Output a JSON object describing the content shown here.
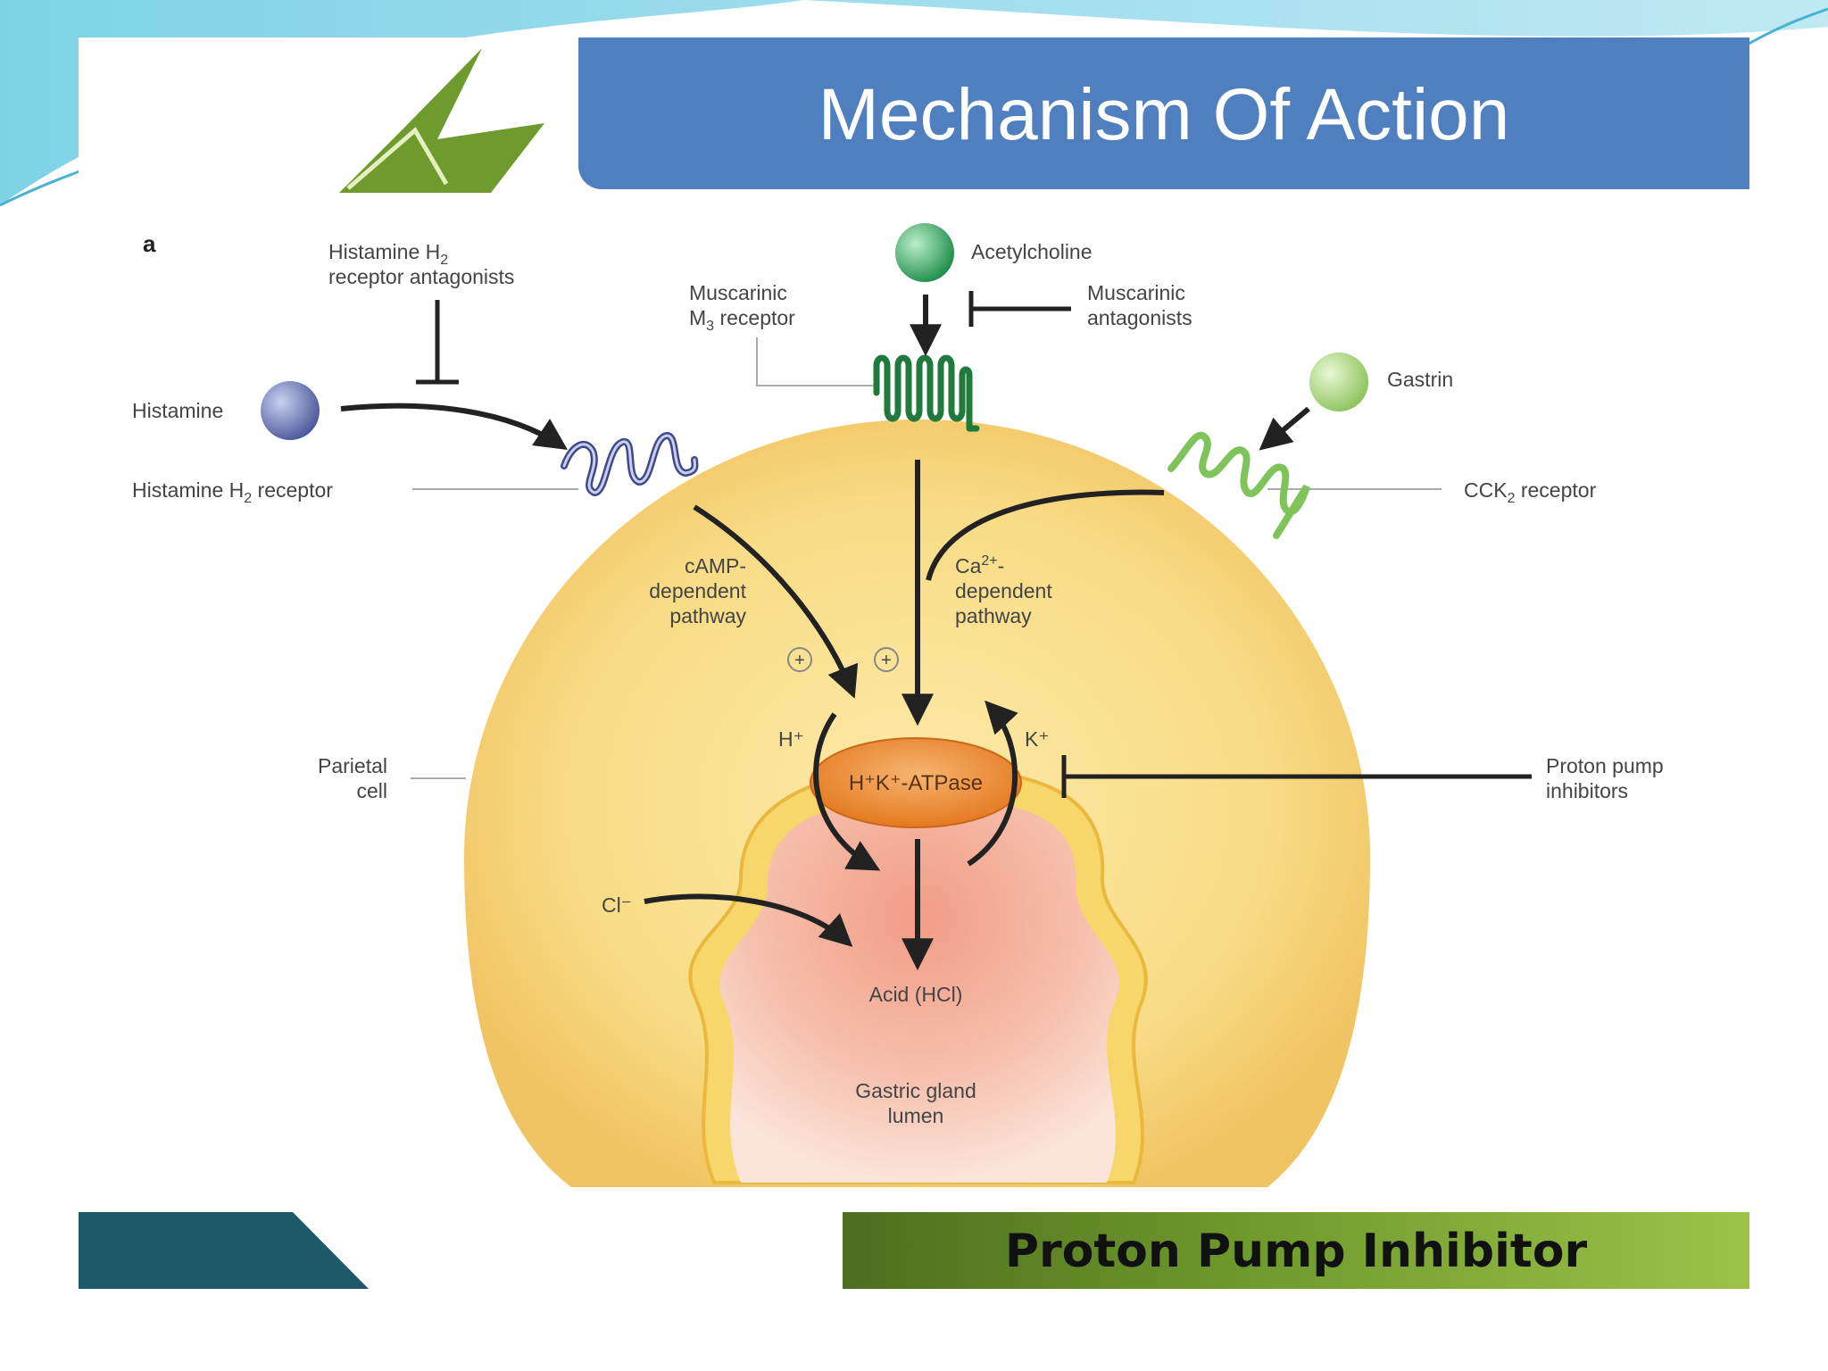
{
  "slide": {
    "title": "Mechanism Of Action",
    "footer": "Proton Pump Inhibitor"
  },
  "diagram": {
    "panel_label": "a",
    "labels": {
      "h2_antagonists_1": "Histamine H",
      "h2_antagonists_sub": "2",
      "h2_antagonists_2": "receptor antagonists",
      "histamine": "Histamine",
      "h2_receptor": "Histamine H",
      "h2_receptor_sub": "2",
      "h2_receptor_tail": " receptor",
      "acetylcholine": "Acetylcholine",
      "m3_1": "Muscarinic",
      "m3_2a": "M",
      "m3_sub": "3",
      "m3_2b": " receptor",
      "musc_ant_1": "Muscarinic",
      "musc_ant_2": "antagonists",
      "gastrin": "Gastrin",
      "cck2_a": "CCK",
      "cck2_sub": "2",
      "cck2_b": " receptor",
      "camp_1": "cAMP-",
      "camp_2": "dependent",
      "camp_3": "pathway",
      "ca_1a": "Ca",
      "ca_sup": "2+",
      "ca_1b": "-",
      "ca_2": "dependent",
      "ca_3": "pathway",
      "plus": "+",
      "h_plus": "H⁺",
      "k_plus": "K⁺",
      "atpase": "H⁺K⁺-ATPase",
      "parietal_1": "Parietal",
      "parietal_2": "cell",
      "ppi_1": "Proton pump",
      "ppi_2": "inhibitors",
      "cl": "Cl⁻",
      "acid": "Acid (HCl)",
      "lumen_1": "Gastric gland",
      "lumen_2": "lumen"
    }
  },
  "colors": {
    "title_bar": "#4f7fbe",
    "logo": "#6e9a2e",
    "cell": "#f7d982",
    "histamine_ball": "#5a6aa8",
    "acetylcholine_ball": "#2fa15a",
    "gastrin_ball": "#a6d27a",
    "atpase": "#e8842e",
    "lumen": "#f3a48f"
  }
}
